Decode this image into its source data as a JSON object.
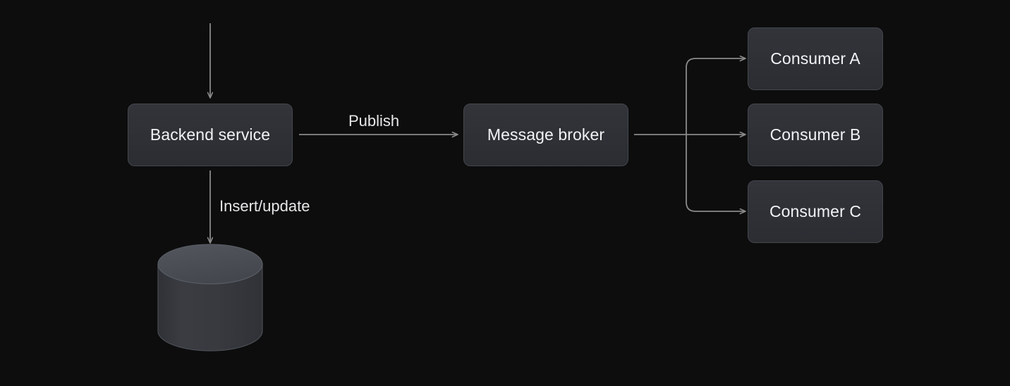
{
  "diagram": {
    "title": "Backend service publish to message broker and database write",
    "background_color": "#0d0d0d",
    "node_fill_color": "#2e3035",
    "node_border_color": "#43464d",
    "line_color": "#8a8a8a",
    "text_color": "#f1f2f4",
    "cylinder_top_color": "#4a4d54",
    "cylinder_body_color": "#33353a"
  },
  "nodes": {
    "backend_service": {
      "label": "Backend service"
    },
    "message_broker": {
      "label": "Message broker"
    },
    "consumer_a": {
      "label": "Consumer A"
    },
    "consumer_b": {
      "label": "Consumer B"
    },
    "consumer_c": {
      "label": "Consumer C"
    },
    "database": {
      "label": ""
    }
  },
  "edges": {
    "incoming": {
      "label": ""
    },
    "publish": {
      "label": "Publish"
    },
    "insert_update": {
      "label": "Insert/update"
    },
    "to_consumer_a": {
      "label": ""
    },
    "to_consumer_b": {
      "label": ""
    },
    "to_consumer_c": {
      "label": ""
    }
  }
}
